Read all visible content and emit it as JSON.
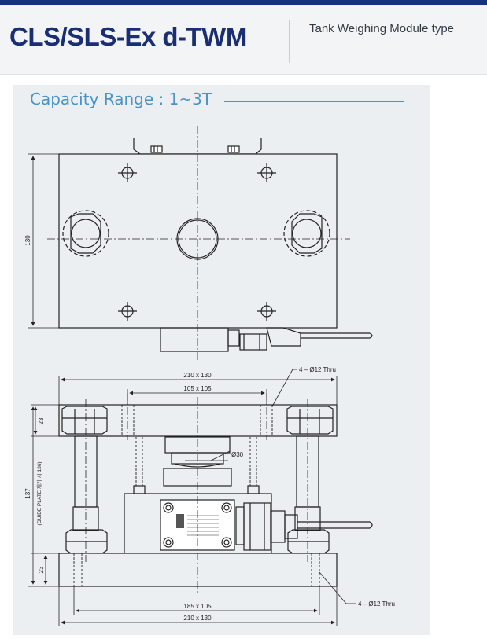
{
  "header": {
    "model_title": "CLS/SLS-Ex d-TWM",
    "subtitle": "Tank Weighing Module type"
  },
  "section": {
    "capacity_label": "Capacity Range : ",
    "capacity_value": "1~3T"
  },
  "drawing": {
    "top_view": {
      "dim_height": "130"
    },
    "front_view": {
      "dim_top_plate": "210 x 130",
      "dim_mid_plate": "105 x 105",
      "dim_hole_top": "4 – Ø12 Thru",
      "dim_plate_thk_top": "23",
      "dim_total_height": "137",
      "dim_guide_note": "(GUIDE PLATE 제거 시 136)",
      "dim_diameter": "Ø30",
      "dim_plate_thk_bottom": "23",
      "dim_bottom_inner": "185 x 105",
      "dim_bottom_plate": "210 x 130",
      "dim_hole_bottom": "4 – Ø12 Thru"
    }
  },
  "colors": {
    "brand_navy": "#1a2f73",
    "accent_blue": "#4a93c7",
    "panel_bg": "#eceff2"
  }
}
